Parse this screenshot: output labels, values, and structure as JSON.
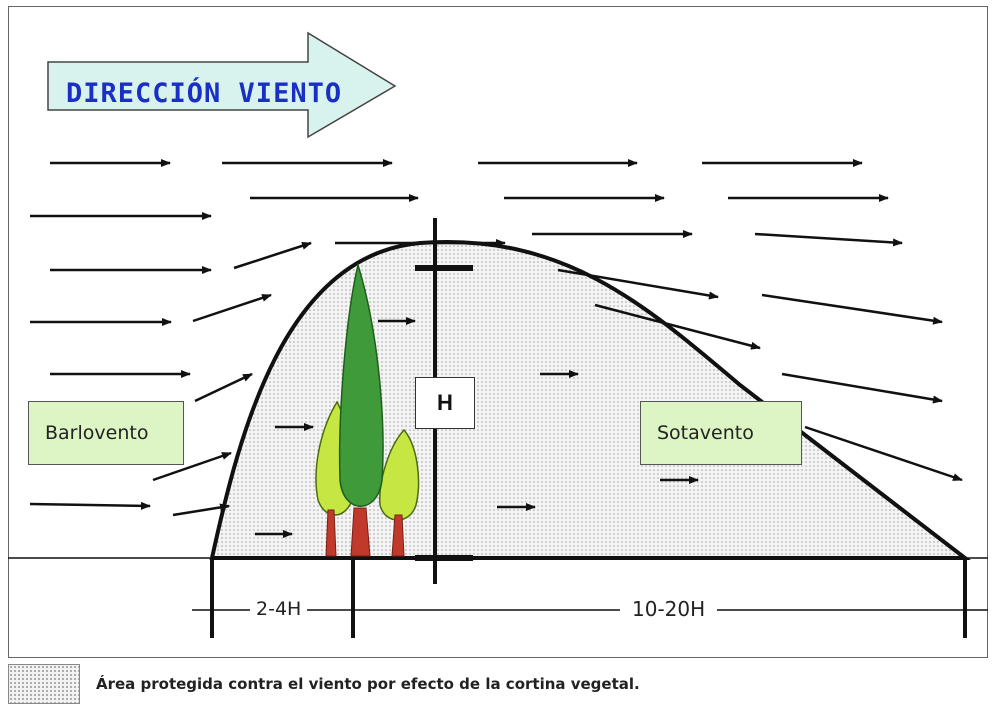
{
  "wind_banner": {
    "label": "DIRECCIÓN VIENTO"
  },
  "regions": {
    "windward_label": "Barlovento",
    "leeward_label": "Sotavento"
  },
  "height_label": "H",
  "dimensions": {
    "windward_distance": "2-4H",
    "leeward_distance": "10-20H"
  },
  "legend": {
    "text": "Área  protegida contra el viento por efecto de la cortina vegetal."
  },
  "colors": {
    "banner_fill": "#d8f3ee",
    "banner_text": "#1a2fc4",
    "label_box_fill": "#ddf5c4",
    "tree_center": "#3f9a3a",
    "tree_sides": "#c6e642",
    "trunk": "#c0392b"
  }
}
